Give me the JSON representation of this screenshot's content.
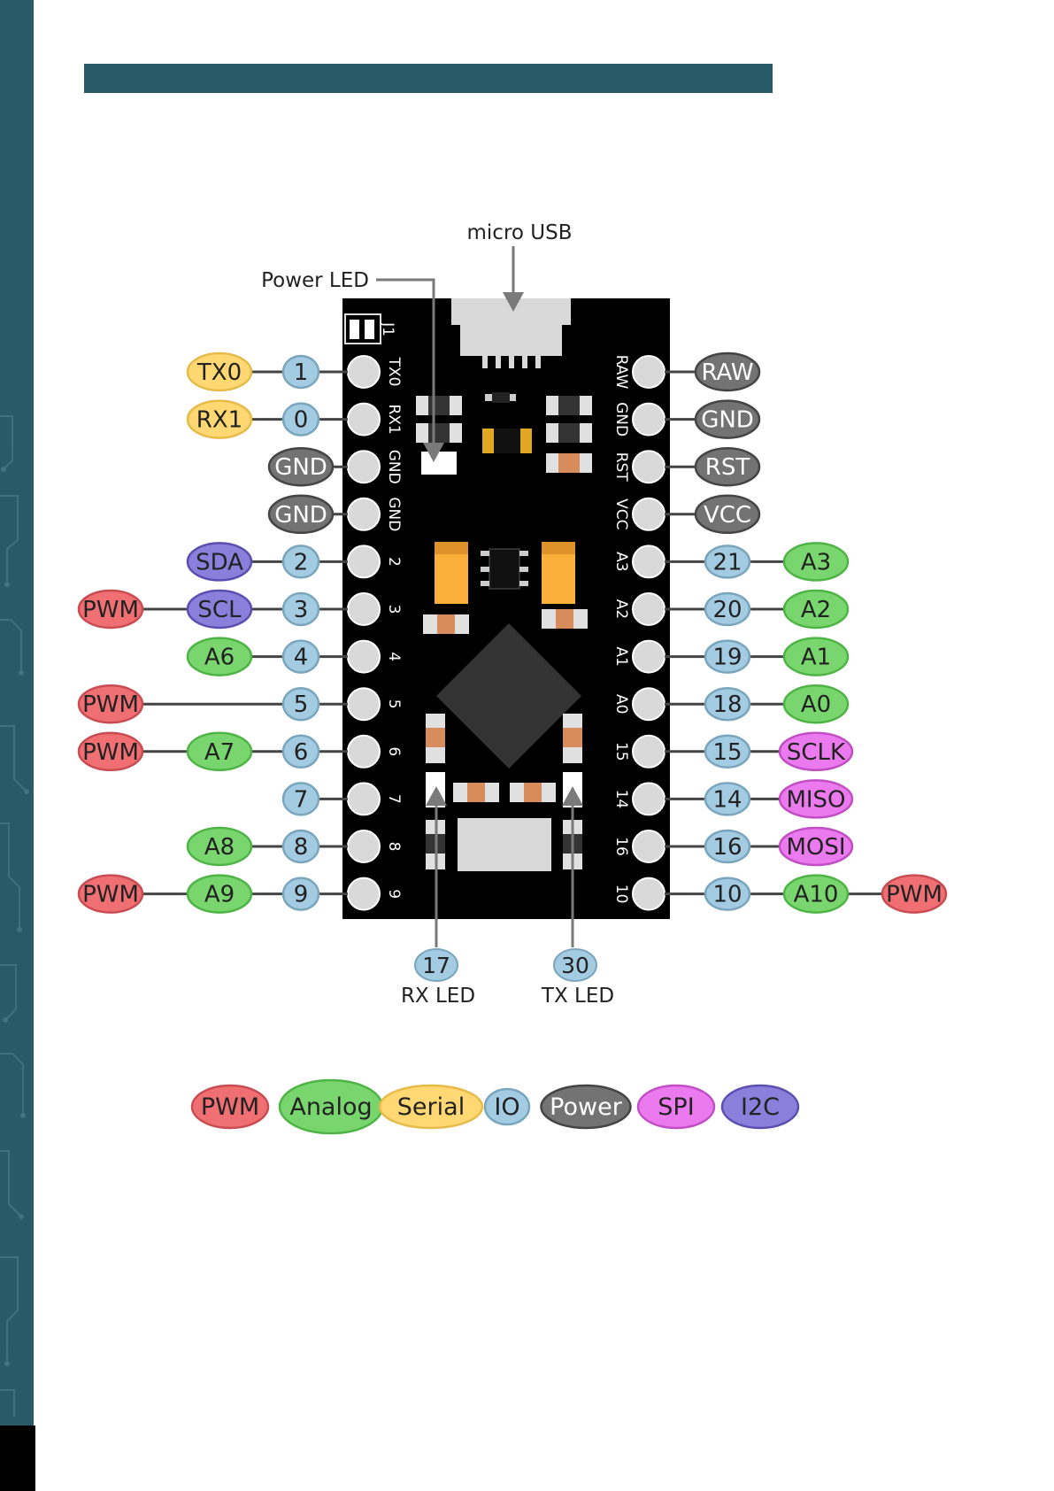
{
  "colors": {
    "pwm": "#ef6f73",
    "analog": "#79d66e",
    "serial": "#ffd873",
    "io": "#a3cbe1",
    "power": "#737373",
    "spi": "#ec7aef",
    "i2c": "#8c7fdc",
    "board": "#000000",
    "accent": "#285a68"
  },
  "callouts": {
    "micro_usb": "micro USB",
    "power_led": "Power LED",
    "rx_led": {
      "num": "17",
      "label": "RX LED"
    },
    "tx_led": {
      "num": "30",
      "label": "TX LED"
    }
  },
  "board_labels": {
    "jumper": "J1",
    "left": [
      "TX0",
      "RX1",
      "GND",
      "GND",
      "2",
      "3",
      "4",
      "5",
      "6",
      "7",
      "8",
      "9"
    ],
    "right": [
      "RAW",
      "GND",
      "RST",
      "VCC",
      "A3",
      "A2",
      "A1",
      "A0",
      "15",
      "14",
      "16",
      "10"
    ]
  },
  "left_pins": [
    {
      "chips": [
        {
          "text": "TX0",
          "type": "serial"
        },
        {
          "text": "1",
          "type": "io"
        }
      ]
    },
    {
      "chips": [
        {
          "text": "RX1",
          "type": "serial"
        },
        {
          "text": "0",
          "type": "io"
        }
      ]
    },
    {
      "chips": [
        {
          "text": "GND",
          "type": "power"
        }
      ]
    },
    {
      "chips": [
        {
          "text": "GND",
          "type": "power"
        }
      ]
    },
    {
      "chips": [
        {
          "text": "SDA",
          "type": "i2c"
        },
        {
          "text": "2",
          "type": "io"
        }
      ]
    },
    {
      "chips": [
        {
          "text": "PWM",
          "type": "pwm"
        },
        {
          "text": "SCL",
          "type": "i2c"
        },
        {
          "text": "3",
          "type": "io"
        }
      ]
    },
    {
      "chips": [
        {
          "text": "A6",
          "type": "analog"
        },
        {
          "text": "4",
          "type": "io"
        }
      ]
    },
    {
      "chips": [
        {
          "text": "PWM",
          "type": "pwm"
        },
        {
          "text": "5",
          "type": "io"
        }
      ]
    },
    {
      "chips": [
        {
          "text": "PWM",
          "type": "pwm"
        },
        {
          "text": "A7",
          "type": "analog"
        },
        {
          "text": "6",
          "type": "io"
        }
      ]
    },
    {
      "chips": [
        {
          "text": "7",
          "type": "io"
        }
      ]
    },
    {
      "chips": [
        {
          "text": "A8",
          "type": "analog"
        },
        {
          "text": "8",
          "type": "io"
        }
      ]
    },
    {
      "chips": [
        {
          "text": "PWM",
          "type": "pwm"
        },
        {
          "text": "A9",
          "type": "analog"
        },
        {
          "text": "9",
          "type": "io"
        }
      ]
    }
  ],
  "right_pins": [
    {
      "chips": [
        {
          "text": "RAW",
          "type": "power"
        }
      ]
    },
    {
      "chips": [
        {
          "text": "GND",
          "type": "power"
        }
      ]
    },
    {
      "chips": [
        {
          "text": "RST",
          "type": "power"
        }
      ]
    },
    {
      "chips": [
        {
          "text": "VCC",
          "type": "power"
        }
      ]
    },
    {
      "chips": [
        {
          "text": "21",
          "type": "io"
        },
        {
          "text": "A3",
          "type": "analog"
        }
      ]
    },
    {
      "chips": [
        {
          "text": "20",
          "type": "io"
        },
        {
          "text": "A2",
          "type": "analog"
        }
      ]
    },
    {
      "chips": [
        {
          "text": "19",
          "type": "io"
        },
        {
          "text": "A1",
          "type": "analog"
        }
      ]
    },
    {
      "chips": [
        {
          "text": "18",
          "type": "io"
        },
        {
          "text": "A0",
          "type": "analog"
        }
      ]
    },
    {
      "chips": [
        {
          "text": "15",
          "type": "io"
        },
        {
          "text": "SCLK",
          "type": "spi"
        }
      ]
    },
    {
      "chips": [
        {
          "text": "14",
          "type": "io"
        },
        {
          "text": "MISO",
          "type": "spi"
        }
      ]
    },
    {
      "chips": [
        {
          "text": "16",
          "type": "io"
        },
        {
          "text": "MOSI",
          "type": "spi"
        }
      ]
    },
    {
      "chips": [
        {
          "text": "10",
          "type": "io"
        },
        {
          "text": "A10",
          "type": "analog"
        },
        {
          "text": "PWM",
          "type": "pwm"
        }
      ]
    }
  ],
  "legend": [
    {
      "text": "PWM",
      "type": "pwm"
    },
    {
      "text": "Analog",
      "type": "analog"
    },
    {
      "text": "Serial",
      "type": "serial"
    },
    {
      "text": "IO",
      "type": "io"
    },
    {
      "text": "Power",
      "type": "power"
    },
    {
      "text": "SPI",
      "type": "spi"
    },
    {
      "text": "I2C",
      "type": "i2c"
    }
  ]
}
